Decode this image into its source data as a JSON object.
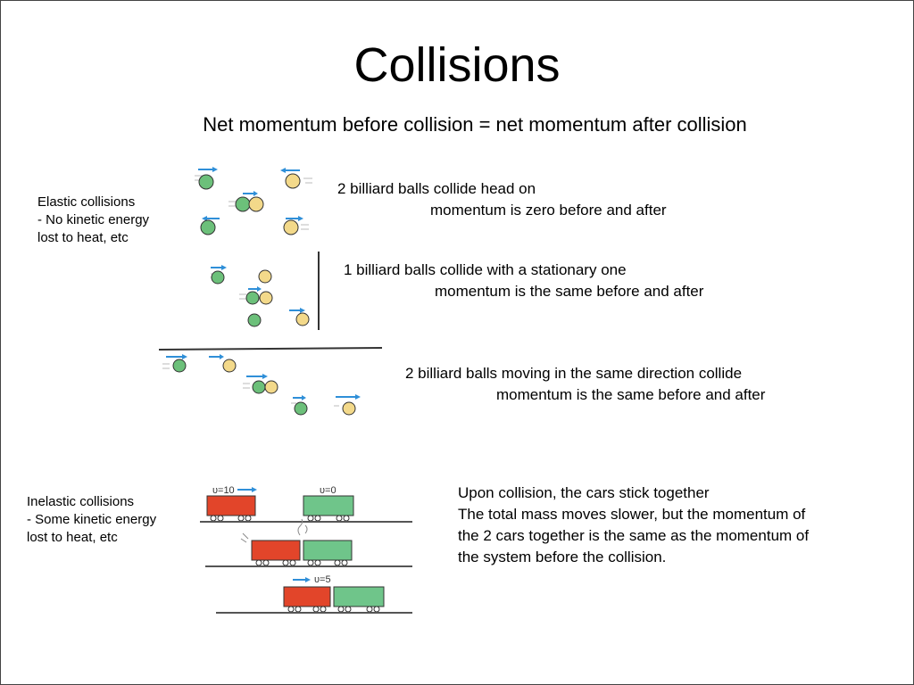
{
  "slide": {
    "title": "Collisions",
    "subtitle": "Net momentum before collision = net momentum after collision"
  },
  "elastic": {
    "heading": "Elastic collisions",
    "line2": "- No kinetic energy",
    "line3": "lost to heat, etc"
  },
  "inelastic": {
    "heading": "Inelastic collisions",
    "line2": "- Some kinetic energy",
    "line3": "lost to heat, etc"
  },
  "cases": [
    {
      "line1": "2 billiard balls collide head on",
      "line2": "momentum is zero before and after"
    },
    {
      "line1": "1 billiard balls collide with a stationary one",
      "line2": "momentum is the same before and after"
    },
    {
      "line1": "2 billiard balls moving in the same direction collide",
      "line2": "momentum is the same before and after"
    }
  ],
  "cars": {
    "line1": "Upon collision, the cars stick together",
    "line2": "The total mass moves slower, but the momentum of",
    "line3": "the 2 cars together is the same as the momentum of",
    "line4": "the system before the collision.",
    "label_before": "υ=10",
    "label_stationary": "υ=0",
    "label_after": "υ=5"
  },
  "colors": {
    "green_ball": "#6cc07a",
    "yellow_ball": "#f3d98a",
    "arrow": "#2f8fd8",
    "red_car": "#e2452a",
    "green_car": "#6fc58a"
  }
}
